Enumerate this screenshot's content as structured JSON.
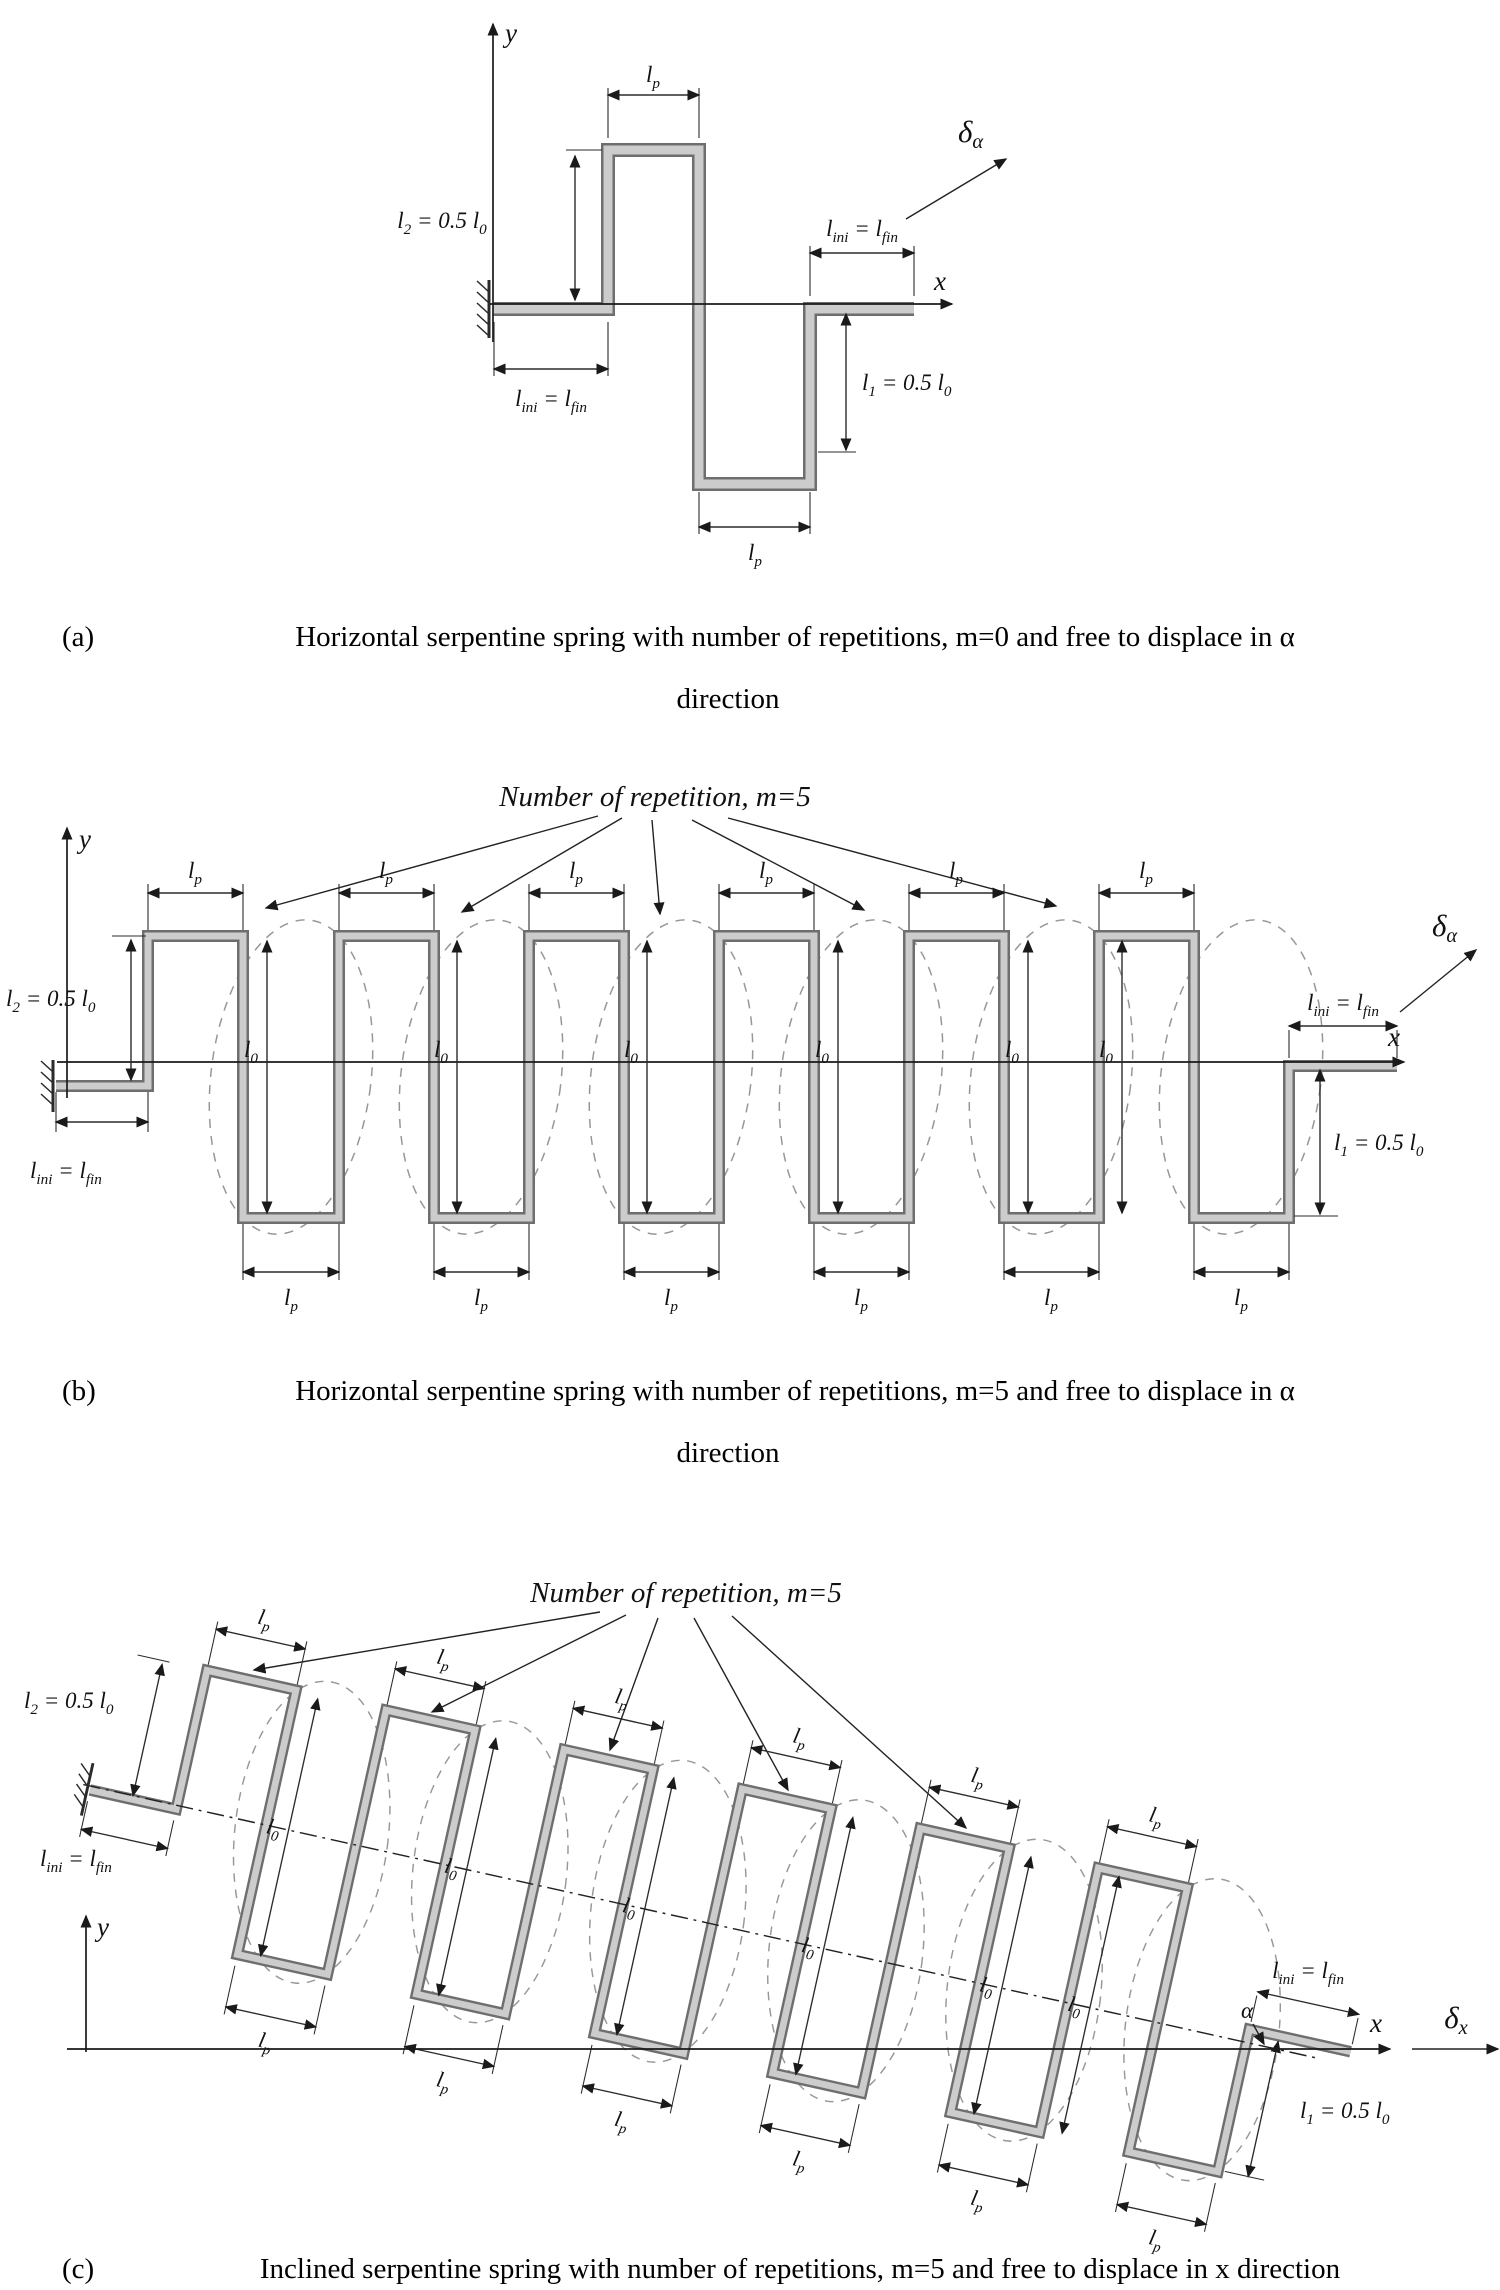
{
  "figure": {
    "labels": {
      "repetition_title": "Number of repetition, m=5",
      "lp": "l_{p}",
      "l0": "l_{0}",
      "l2_half": "l_{2} = 0.5 l_{0}",
      "l1_half": "l_{1} = 0.5 l_{0}",
      "lini_lfin": "l_{ini} = l_{fin}",
      "delta_alpha": "δ_{α}",
      "delta_x": "δ_{x}",
      "alpha": "α",
      "axis_x": "x",
      "axis_y": "y"
    },
    "captions": {
      "a_tag": "(a)",
      "a_line1": "Horizontal serpentine spring with number of repetitions, m=0 and free to displace in α",
      "a_line2": "direction",
      "b_tag": "(b)",
      "b_line1": "Horizontal serpentine spring with number of repetitions, m=5 and free to displace in α",
      "b_line2": "direction",
      "c_tag": "(c)",
      "c_line1": "Inclined serpentine spring with number of repetitions, m=5 and free to displace in x direction"
    },
    "colors": {
      "spring_fill": "#cccccc",
      "spring_outline": "#6e6e6e",
      "ink": "#1a1a1a"
    }
  }
}
